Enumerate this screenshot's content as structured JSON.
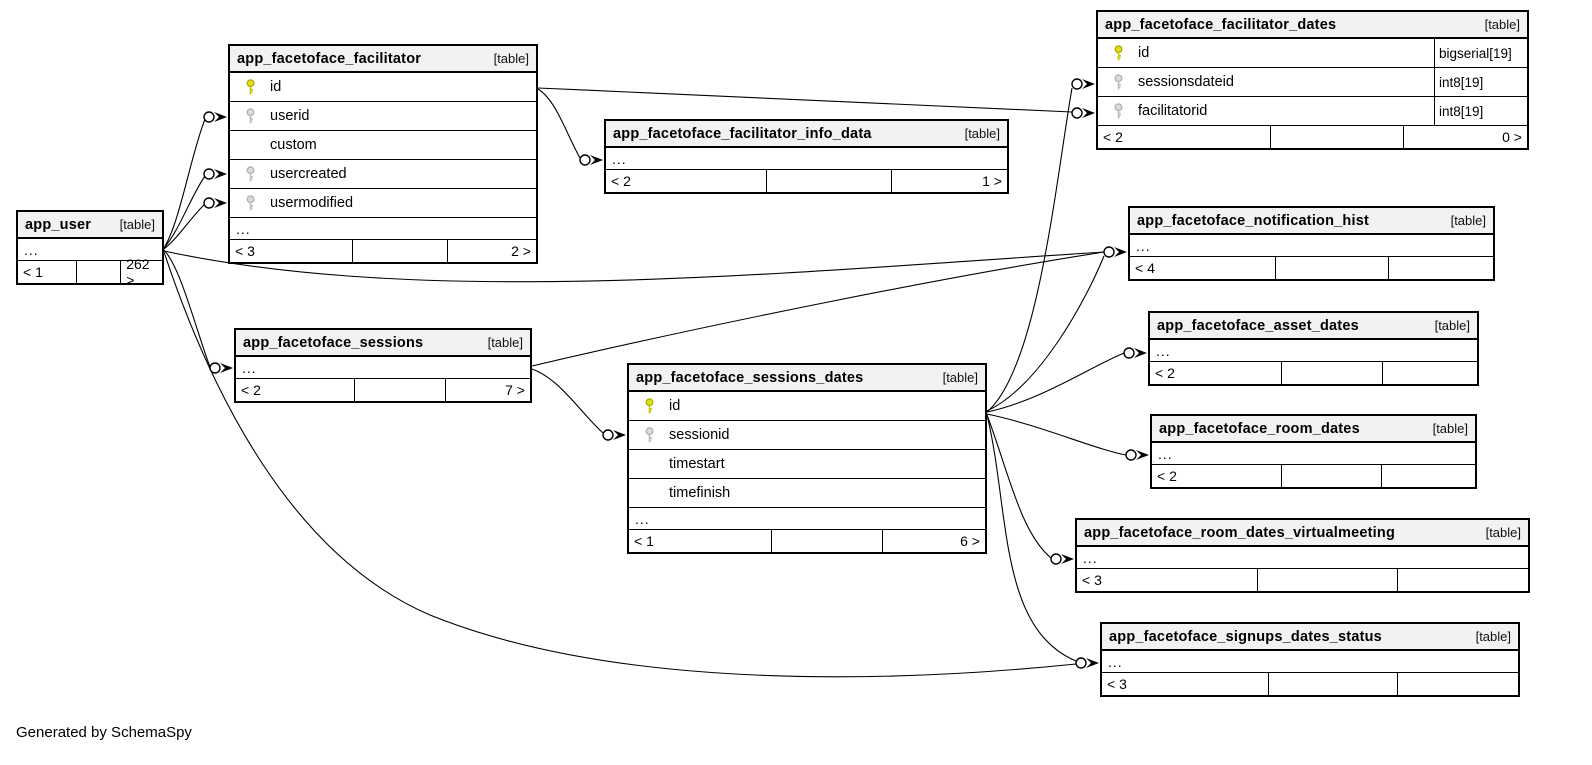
{
  "diagram": {
    "credit": "Generated by SchemaSpy",
    "type_label": "[table]"
  },
  "colors": {
    "background": "#ffffff",
    "table_border": "#000000",
    "header_bg": "#f2f2f2",
    "relationship_line": "#000000",
    "primary_key_gold": "#dede1f",
    "foreign_key_gray": "#d8d8d8"
  },
  "icons": {
    "primary_key": "gold-key-icon",
    "foreign_key": "gray-key-icon",
    "child_connector": "circle-crowfoot-arrow"
  },
  "tables": [
    {
      "name": "app_user",
      "type_label": "[table]",
      "rows": [
        {
          "label": "..."
        }
      ],
      "footer": {
        "left": "< 1",
        "mid": "",
        "right": "262 >"
      }
    },
    {
      "name": "app_facetoface_facilitator",
      "type_label": "[table]",
      "rows": [
        {
          "label": "id",
          "key": "primary"
        },
        {
          "label": "userid",
          "key": "foreign"
        },
        {
          "label": "custom",
          "key": "none"
        },
        {
          "label": "usercreated",
          "key": "foreign"
        },
        {
          "label": "usermodified",
          "key": "foreign"
        },
        {
          "label": "..."
        }
      ],
      "footer": {
        "left": "< 3",
        "mid": "",
        "right": "2 >"
      }
    },
    {
      "name": "app_facetoface_facilitator_info_data",
      "type_label": "[table]",
      "rows": [
        {
          "label": "..."
        }
      ],
      "footer": {
        "left": "< 2",
        "mid": "",
        "right": "1 >"
      }
    },
    {
      "name": "app_facetoface_facilitator_dates",
      "type_label": "[table]",
      "rows": [
        {
          "label": "id",
          "key": "primary",
          "datatype": "bigserial[19]"
        },
        {
          "label": "sessionsdateid",
          "key": "foreign",
          "datatype": "int8[19]"
        },
        {
          "label": "facilitatorid",
          "key": "foreign",
          "datatype": "int8[19]"
        }
      ],
      "footer": {
        "left": "< 2",
        "mid": "",
        "right": "0 >"
      }
    },
    {
      "name": "app_facetoface_notification_hist",
      "type_label": "[table]",
      "rows": [
        {
          "label": "..."
        }
      ],
      "footer": {
        "left": "< 4",
        "mid": "",
        "right": ""
      }
    },
    {
      "name": "app_facetoface_sessions",
      "type_label": "[table]",
      "rows": [
        {
          "label": "..."
        }
      ],
      "footer": {
        "left": "< 2",
        "mid": "",
        "right": "7 >"
      }
    },
    {
      "name": "app_facetoface_sessions_dates",
      "type_label": "[table]",
      "rows": [
        {
          "label": "id",
          "key": "primary"
        },
        {
          "label": "sessionid",
          "key": "foreign"
        },
        {
          "label": "timestart",
          "key": "none"
        },
        {
          "label": "timefinish",
          "key": "none"
        },
        {
          "label": "..."
        }
      ],
      "footer": {
        "left": "< 1",
        "mid": "",
        "right": "6 >"
      }
    },
    {
      "name": "app_facetoface_asset_dates",
      "type_label": "[table]",
      "rows": [
        {
          "label": "..."
        }
      ],
      "footer": {
        "left": "< 2",
        "mid": "",
        "right": ""
      }
    },
    {
      "name": "app_facetoface_room_dates",
      "type_label": "[table]",
      "rows": [
        {
          "label": "..."
        }
      ],
      "footer": {
        "left": "< 2",
        "mid": "",
        "right": ""
      }
    },
    {
      "name": "app_facetoface_room_dates_virtualmeeting",
      "type_label": "[table]",
      "rows": [
        {
          "label": "..."
        }
      ],
      "footer": {
        "left": "< 3",
        "mid": "",
        "right": ""
      }
    },
    {
      "name": "app_facetoface_signups_dates_status",
      "type_label": "[table]",
      "rows": [
        {
          "label": "..."
        }
      ],
      "footer": {
        "left": "< 3",
        "mid": "",
        "right": ""
      }
    }
  ],
  "relationships": [
    {
      "from": "app_user",
      "to": "app_facetoface_facilitator.userid"
    },
    {
      "from": "app_user",
      "to": "app_facetoface_facilitator.usercreated"
    },
    {
      "from": "app_user",
      "to": "app_facetoface_facilitator.usermodified"
    },
    {
      "from": "app_user",
      "to": "app_facetoface_sessions"
    },
    {
      "from": "app_user",
      "to": "app_facetoface_notification_hist"
    },
    {
      "from": "app_user",
      "to": "app_facetoface_signups_dates_status"
    },
    {
      "from": "app_facetoface_facilitator",
      "to": "app_facetoface_facilitator_info_data"
    },
    {
      "from": "app_facetoface_facilitator",
      "to": "app_facetoface_facilitator_dates.facilitatorid"
    },
    {
      "from": "app_facetoface_sessions",
      "to": "app_facetoface_sessions_dates.sessionid"
    },
    {
      "from": "app_facetoface_sessions",
      "to": "app_facetoface_notification_hist"
    },
    {
      "from": "app_facetoface_sessions_dates",
      "to": "app_facetoface_facilitator_dates.sessionsdateid"
    },
    {
      "from": "app_facetoface_sessions_dates",
      "to": "app_facetoface_notification_hist"
    },
    {
      "from": "app_facetoface_sessions_dates",
      "to": "app_facetoface_asset_dates"
    },
    {
      "from": "app_facetoface_sessions_dates",
      "to": "app_facetoface_room_dates"
    },
    {
      "from": "app_facetoface_sessions_dates",
      "to": "app_facetoface_room_dates_virtualmeeting"
    },
    {
      "from": "app_facetoface_sessions_dates",
      "to": "app_facetoface_signups_dates_status"
    }
  ]
}
